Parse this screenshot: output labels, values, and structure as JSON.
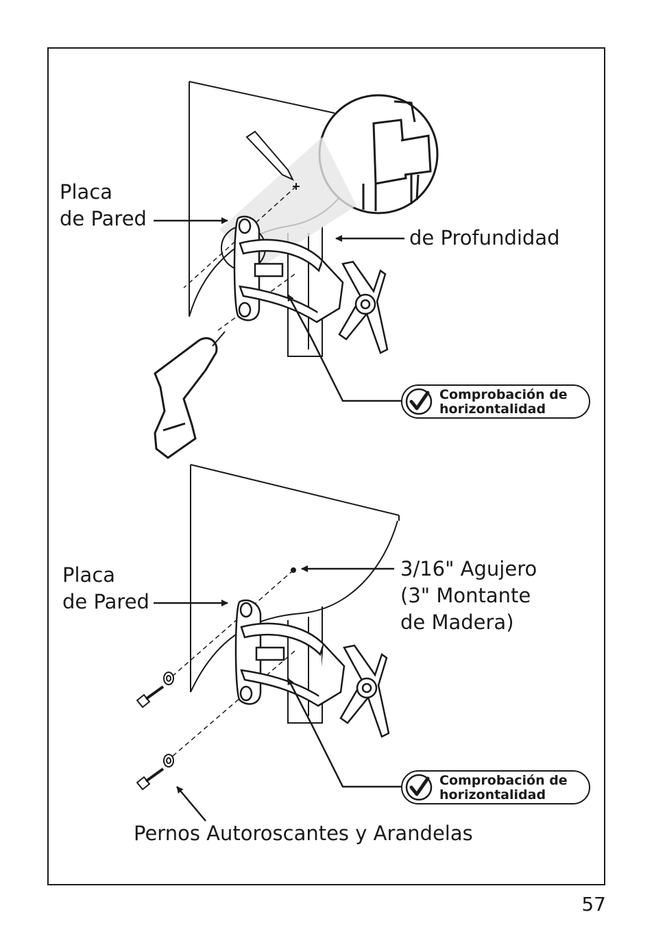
{
  "top_figure": {
    "wall_plate_label": [
      "Placa",
      "de Pared"
    ],
    "depth_label": "de Profundidad",
    "level_badge": {
      "icon": "checkmark-circle-icon",
      "lines": [
        "Comprobación de",
        "horizontalidad"
      ]
    }
  },
  "bottom_figure": {
    "wall_plate_label": [
      "Placa",
      "de Pared"
    ],
    "hole_label": [
      "3/16\" Agujero",
      "(3\" Montante",
      "de Madera)"
    ],
    "level_badge": {
      "icon": "checkmark-circle-icon",
      "lines": [
        "Comprobación de",
        "horizontalidad"
      ]
    },
    "bolts_label": "Pernos Autoroscantes y Arandelas"
  },
  "page_number": "57"
}
